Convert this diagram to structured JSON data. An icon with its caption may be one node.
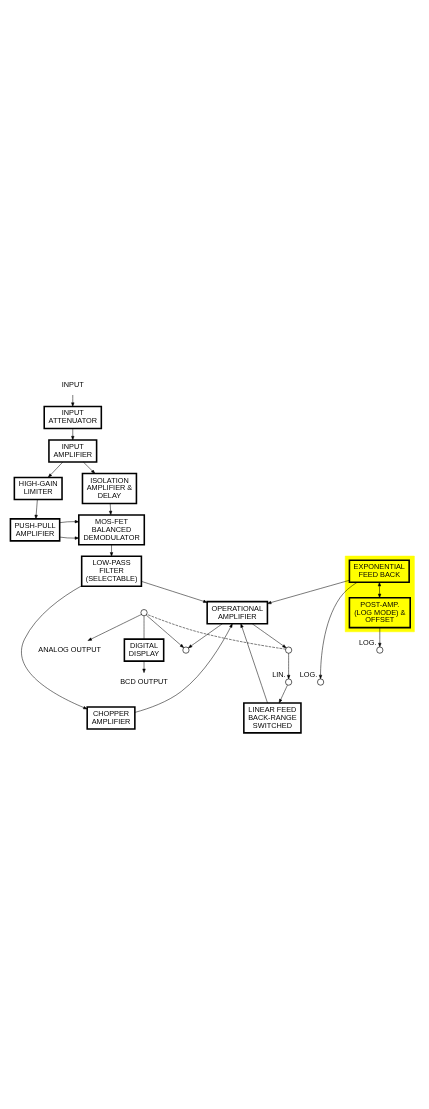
{
  "diagram": {
    "nodes": [
      {
        "text": [
          "INPUT"
        ]
      },
      {
        "text": [
          "INPUT ATTENUATOR"
        ]
      },
      {
        "text": [
          "INPUT AMPLIFIER"
        ]
      },
      {
        "text": [
          "ISOLATION AMPLIFIER & DELAY"
        ]
      },
      {
        "text": [
          "HIGH-GAIN LIMITER"
        ]
      },
      {
        "text": [
          "MOS-FET BALANCED DEMODULATOR"
        ]
      },
      {
        "text": [
          "PUSH-PULL AMPLIFIER"
        ]
      },
      {
        "text": [
          "LOW-PASS FILTER (SELECTABLE)"
        ]
      },
      {
        "text": [],
        "shape": "box"
      },
      {
        "text": [
          "EXPONENTIAL FEED BACK"
        ],
        "in": 8
      },
      {
        "text": [
          "OPERATIONAL AMPLIFIER"
        ]
      },
      {
        "text": [
          "LINEAR FEED BACK-RANGE SWITCHED"
        ]
      },
      {
        "text": [
          "CHOPPER AMPLIFIER"
        ]
      },
      {
        "text": [
          "POST-AMP. (LOG MODE) & OFFSET"
        ],
        "in": 8
      },
      {
        "text": [],
        "shape": "circle",
        "beside": [
          "LOG."
        ]
      },
      {
        "text": [],
        "shape": "circle",
        "beside": [
          "LIN."
        ]
      },
      {
        "text": [],
        "shape": "circle"
      },
      {
        "text": [],
        "shape": "circle"
      },
      {
        "text": [],
        "shape": "circle",
        "beside": [
          "LOG."
        ]
      },
      {
        "text": [],
        "shape": "circle"
      },
      {
        "text": [
          "ANALOG OUTPUT"
        ]
      },
      {
        "text": [
          "DIGITAL DISPLAY"
        ]
      },
      {
        "text": [
          "BCD OUTPUT"
        ]
      }
    ],
    "edges": [
      {
        "from": 0,
        "to": 1,
        "arrow": "to"
      },
      {
        "from": 1,
        "to": 2,
        "arrow": "to"
      },
      {
        "from": 2,
        "to": 3,
        "arrow": "to"
      },
      {
        "from": 2,
        "to": 4,
        "arrow": "to"
      },
      {
        "from": 3,
        "to": 5,
        "arrow": "to"
      },
      {
        "from": 4,
        "to": 6,
        "arrow": "to"
      },
      {
        "from": 6,
        "to": 5,
        "arrow": "to"
      },
      {
        "from": 6,
        "to": 5,
        "arrow": "to"
      },
      {
        "from": 5,
        "to": 7,
        "arrow": "to"
      },
      {
        "from": 7,
        "to": 10,
        "arrow": "to"
      },
      {
        "from": 7,
        "to": 12,
        "arrow": "to"
      },
      {
        "from": 9,
        "to": 10,
        "arrow": "to"
      },
      {
        "from": 11,
        "to": 10,
        "arrow": "to"
      },
      {
        "from": 12,
        "to": 10,
        "arrow": "to"
      },
      {
        "from": 9,
        "to": 13,
        "arrow": "both"
      },
      {
        "from": 9,
        "to": 14,
        "arrow": "to"
      },
      {
        "from": 10,
        "to": 16,
        "arrow": "to"
      },
      {
        "from": 16,
        "to": 15,
        "arrow": "to"
      },
      {
        "from": 15,
        "to": 11,
        "arrow": "to"
      },
      {
        "from": 10,
        "to": 17,
        "arrow": "to"
      },
      {
        "from": 13,
        "to": 18,
        "arrow": "to"
      },
      {
        "from": 19,
        "to": 17,
        "arrow": "to"
      },
      {
        "from": 19,
        "to": 20,
        "arrow": "to"
      },
      {
        "from": 19,
        "to": 21,
        "arrow": "none"
      },
      {
        "from": 21,
        "to": 22,
        "arrow": "to"
      },
      {
        "from": 16,
        "to": 19,
        "arrow": "none",
        "style": "dashed"
      }
    ]
  }
}
